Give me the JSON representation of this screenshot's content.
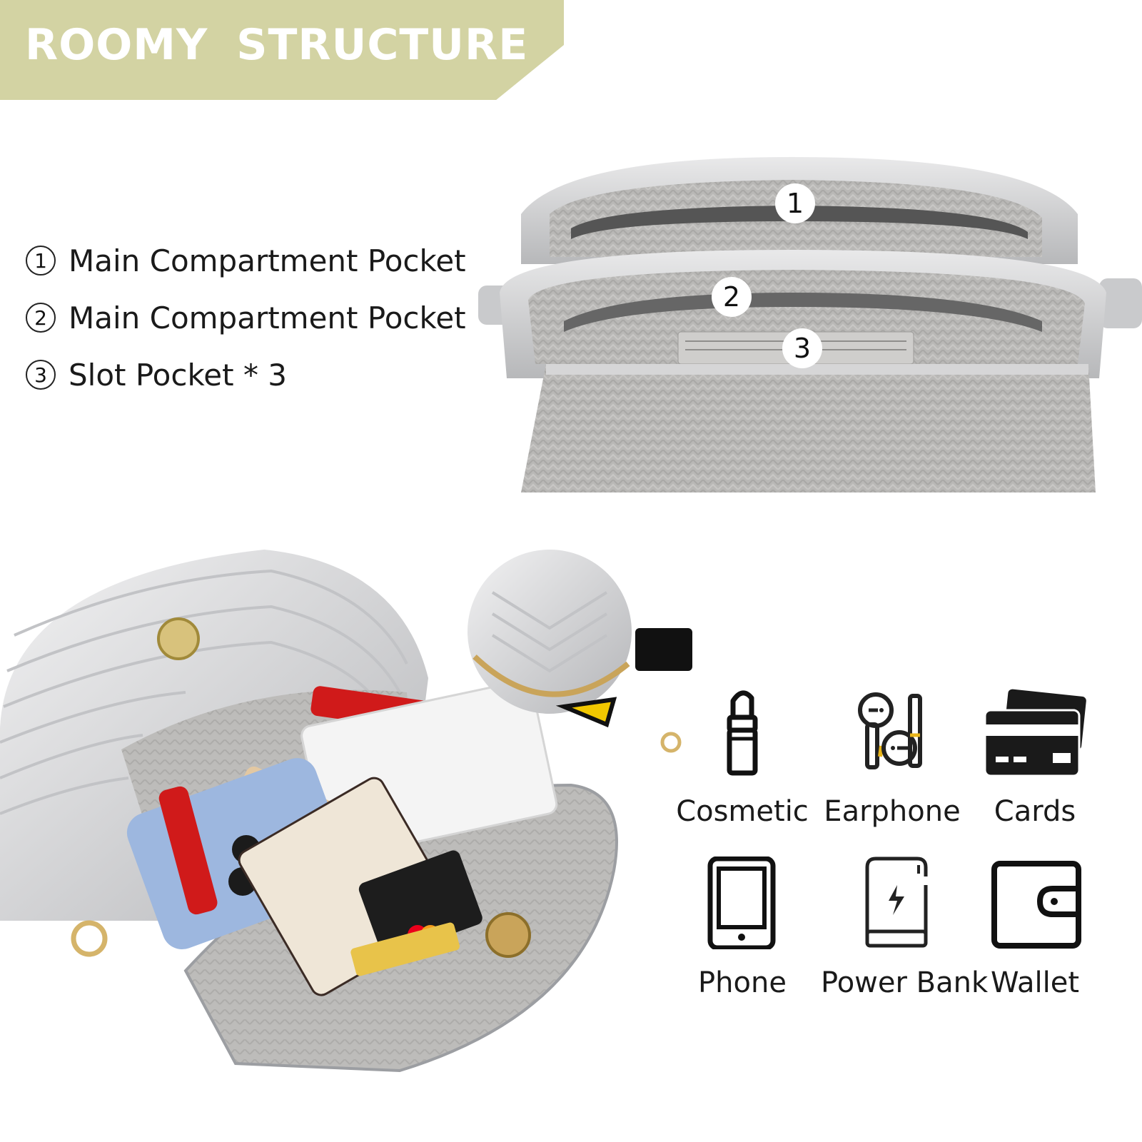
{
  "banner": {
    "title": "ROOMY  STRUCTURE",
    "color": "#d3d3a3"
  },
  "pockets": [
    {
      "number": "1",
      "label": "Main Compartment Pocket"
    },
    {
      "number": "2",
      "label": "Main Compartment Pocket"
    },
    {
      "number": "3",
      "label": "Slot Pocket * 3"
    }
  ],
  "photo_markers": [
    "1",
    "2",
    "3"
  ],
  "items": [
    {
      "label": "Cosmetic",
      "icon": "lipstick-icon"
    },
    {
      "label": "Earphone",
      "icon": "earphone-icon"
    },
    {
      "label": "Cards",
      "icon": "cards-icon"
    },
    {
      "label": "Phone",
      "icon": "phone-icon"
    },
    {
      "label": "Power Bank",
      "icon": "power-bank-icon"
    },
    {
      "label": "Wallet",
      "icon": "wallet-icon"
    }
  ]
}
